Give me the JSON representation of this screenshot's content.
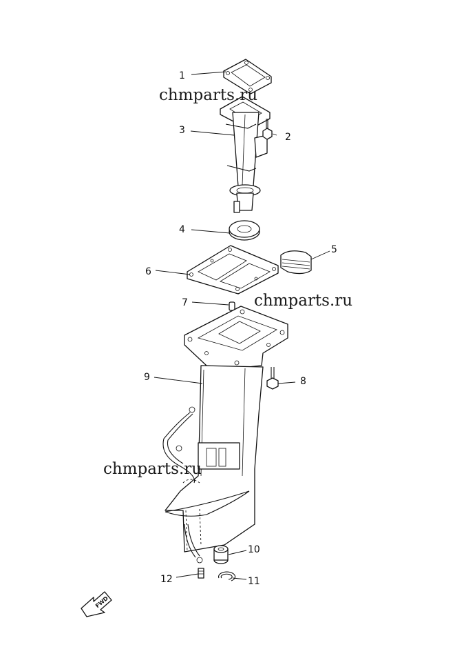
{
  "watermarks": [
    "chmparts.ru",
    "chmparts.ru",
    "chmparts.ru"
  ],
  "callouts": [
    "1",
    "2",
    "3",
    "4",
    "5",
    "6",
    "7",
    "8",
    "9",
    "10",
    "11",
    "12"
  ],
  "direction_badge": "FWD"
}
